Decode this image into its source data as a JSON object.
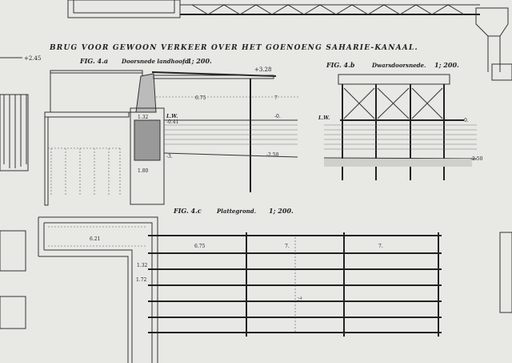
{
  "title": "BRUG VOOR GEWOON VERKEER OVER HET GOENOENG SAHARIE-KANAAL.",
  "figures": [
    {
      "label": "FIG. 4.a",
      "name": "Doorsnede landhoofd.",
      "scale": "1; 200."
    },
    {
      "label": "FIG. 4.b",
      "name": "Dwarsdoorsnede.",
      "scale": "1; 200."
    },
    {
      "label": "FIG. 4.c",
      "name": "Plattegrond.",
      "scale": "1; 200."
    }
  ],
  "fig_a_dims": {
    "top": "+3.28",
    "span1": "6.75",
    "span2": "7",
    "lw": "L.W.",
    "zero": "-0.",
    "wall": "1.32",
    "lw_val": "-0.41",
    "bed": "-2.50",
    "base": "-3.",
    "foot": "1.80"
  },
  "fig_b_dims": {
    "lw": "L.W.",
    "zero": "-0.",
    "bed": "-2.50"
  },
  "fig_c_dims": {
    "wall": "6.21",
    "span1": "6.75",
    "span2": "7.",
    "span3": "7.",
    "d1": "1.32",
    "d2": "1.72",
    "width": "7."
  },
  "left_margin": {
    "level": "+2.45"
  }
}
